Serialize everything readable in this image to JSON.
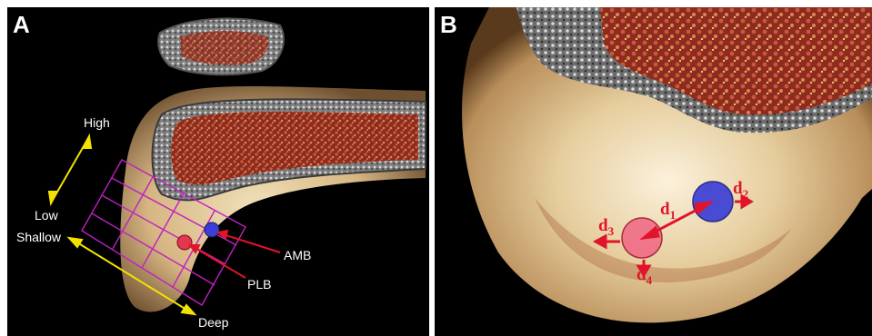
{
  "panel_a": {
    "letter": "A",
    "labels": {
      "high": "High",
      "low": "Low",
      "shallow": "Shallow",
      "deep": "Deep",
      "amb": "AMB",
      "plb": "PLB"
    }
  },
  "panel_b": {
    "letter": "B",
    "labels": {
      "d1": "d",
      "d1_sub": "1",
      "d2": "d",
      "d2_sub": "2",
      "d3": "d",
      "d3_sub": "3",
      "d4": "d",
      "d4_sub": "4"
    }
  },
  "colors": {
    "background": "#000000",
    "label_text": "#ffffff",
    "arrow_yellow": "#f2e200",
    "arrow_red": "#e0142a",
    "grid_magenta": "#c020c0",
    "amb_blue": "#3b3fd6",
    "plb_pink": "#f06a85",
    "bone_cortex": "#8d8d8d",
    "cancellous_red": "#a8372a",
    "condyle_cream": "#e8cf9e"
  }
}
